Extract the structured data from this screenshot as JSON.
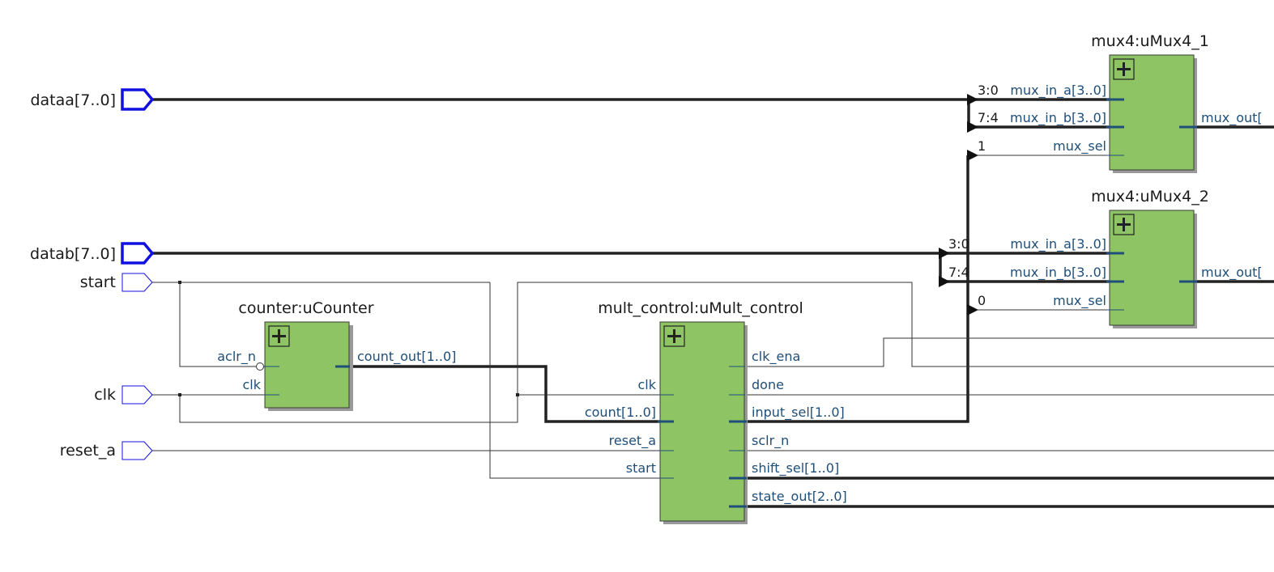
{
  "inputs": {
    "dataa": "dataa[7..0]",
    "datab": "datab[7..0]",
    "start": "start",
    "clk": "clk",
    "reset_a": "reset_a"
  },
  "counter": {
    "title": "counter:uCounter",
    "pins": {
      "aclr_n": "aclr_n",
      "clk": "clk",
      "count_out": "count_out[1..0]"
    }
  },
  "mult_control": {
    "title": "mult_control:uMult_control",
    "pins": {
      "clk": "clk",
      "count": "count[1..0]",
      "reset_a": "reset_a",
      "start": "start",
      "clk_ena": "clk_ena",
      "done": "done",
      "input_sel": "input_sel[1..0]",
      "sclr_n": "sclr_n",
      "shift_sel": "shift_sel[1..0]",
      "state_out": "state_out[2..0]"
    }
  },
  "mux1": {
    "title": "mux4:uMux4_1",
    "pins": {
      "mux_in_a": "mux_in_a[3..0]",
      "mux_in_b": "mux_in_b[3..0]",
      "mux_sel": "mux_sel",
      "mux_out": "mux_out["
    },
    "slices": {
      "a": "3:0",
      "b": "7:4",
      "sel": "1"
    }
  },
  "mux2": {
    "title": "mux4:uMux4_2",
    "pins": {
      "mux_in_a": "mux_in_a[3..0]",
      "mux_in_b": "mux_in_b[3..0]",
      "mux_sel": "mux_sel",
      "mux_out": "mux_out["
    },
    "slices": {
      "a": "3:0",
      "b": "7:4",
      "sel": "0"
    }
  },
  "icons": [
    "expand-plus-icon"
  ]
}
